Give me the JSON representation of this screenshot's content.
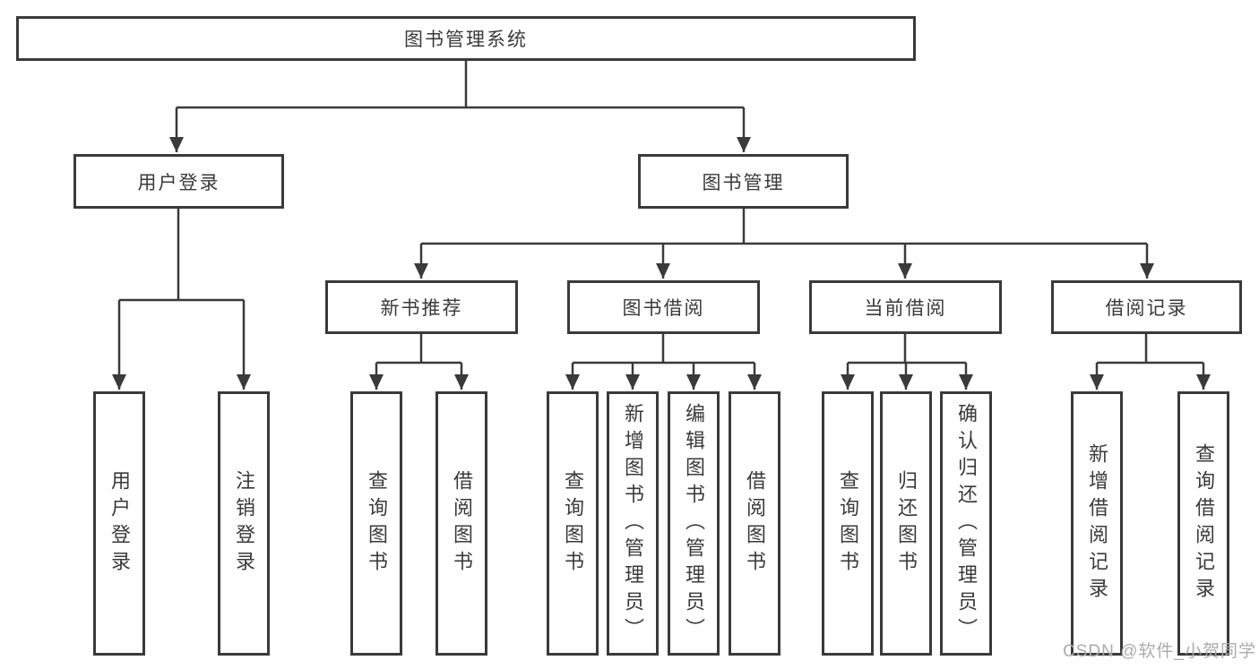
{
  "diagram": {
    "root": "图书管理系统",
    "level2": [
      {
        "label": "用户登录"
      },
      {
        "label": "图书管理"
      }
    ],
    "level3": [
      {
        "label": "新书推荐"
      },
      {
        "label": "图书借阅"
      },
      {
        "label": "当前借阅"
      },
      {
        "label": "借阅记录"
      }
    ],
    "leaves": {
      "user_login": [
        "用户登录",
        "注销登录"
      ],
      "new_book_recommend": [
        "查询图书",
        "借阅图书"
      ],
      "book_borrow": [
        "查询图书",
        "新增图书（管理员）",
        "编辑图书（管理员）",
        "借阅图书"
      ],
      "current_borrow": [
        "查询图书",
        "归还图书",
        "确认归还（管理员）"
      ],
      "borrow_record": [
        "新增借阅记录",
        "查询借阅记录"
      ]
    }
  },
  "watermark": "CSDN @软件_小贺同学",
  "colors": {
    "line": "#3a3a3a",
    "background": "#ffffff",
    "watermark": "#ababab"
  }
}
